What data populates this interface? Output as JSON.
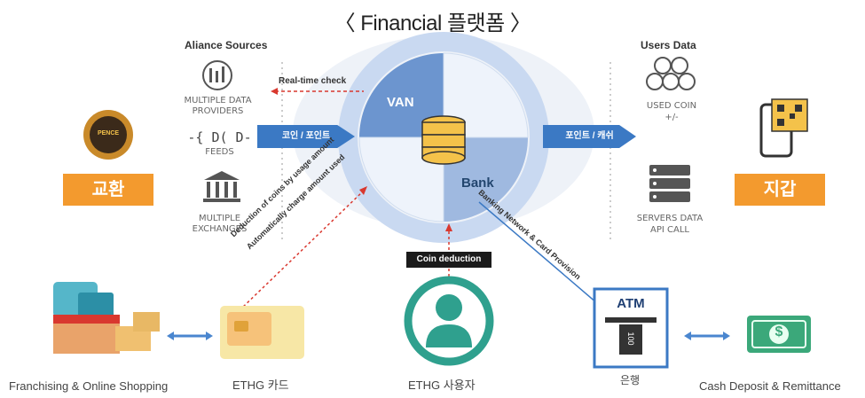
{
  "title": "〈 Financial 플랫폼 〉",
  "left_panel": {
    "heading": "Aliance Sources",
    "items": [
      "MULTIPLE DATA PROVIDERS",
      "FEEDS",
      "MULTIPLE EXCHANGES"
    ],
    "feed_text": "-{ D( D-"
  },
  "right_panel": {
    "heading": "Users Data",
    "items": [
      "USED COIN",
      "+/-",
      "SERVERS DATA",
      "API CALL"
    ]
  },
  "exchange": {
    "coin_text": "PENCE",
    "label": "교환"
  },
  "wallet": {
    "label": "지갑"
  },
  "center": {
    "van": "VAN",
    "bank": "Bank"
  },
  "arrows": {
    "left": "코인 / 포인트",
    "right": "포인트 / 캐쉬",
    "realtime": "Real-time check",
    "usage1": "Deduction of coins by usage amount",
    "usage2": "Automatically charge amount used",
    "banking": "Banking Network & Card Provision",
    "coin_deduction": "Coin deduction"
  },
  "bottom": {
    "shopping": "Franchising & Online Shopping",
    "card": "ETHG 카드",
    "user": "ETHG 사용자",
    "atm": "ATM",
    "atm_slot": "100",
    "bank": "은행",
    "cash": "Cash Deposit & Remittance",
    "dollar": "$"
  },
  "colors": {
    "blue": "#3b79c4",
    "light_blue": "#8fb2e0",
    "orange": "#f39a2e",
    "teal": "#2fa08e",
    "gold": "#c98a2a",
    "red": "#d9382f"
  }
}
